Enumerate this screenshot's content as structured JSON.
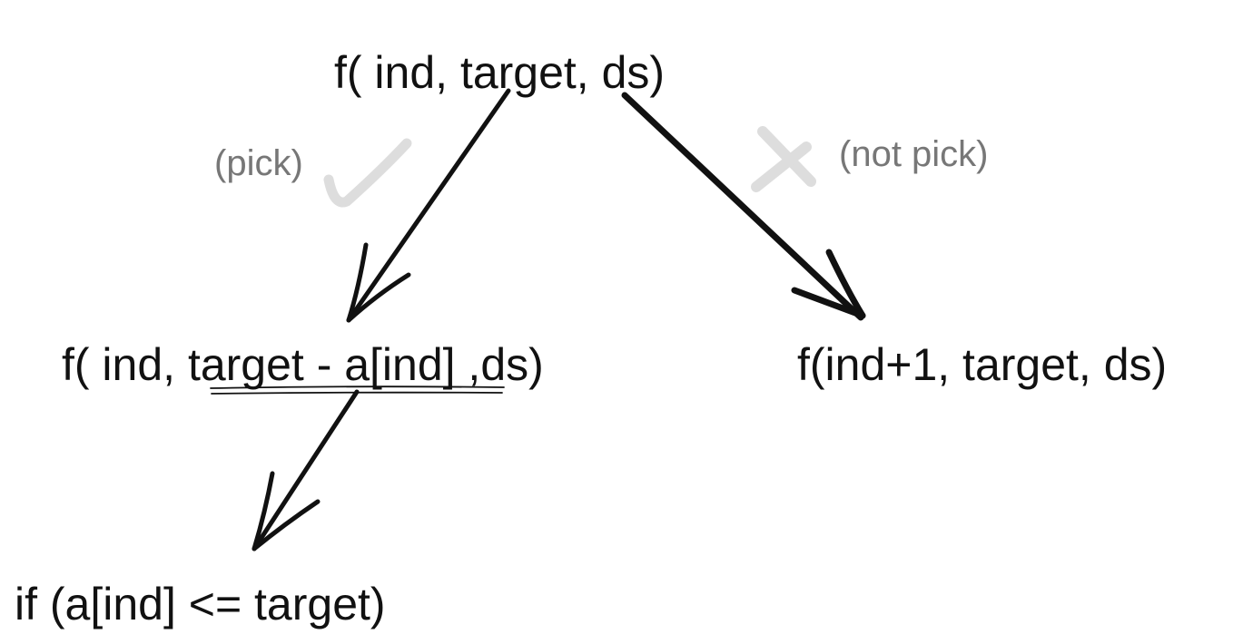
{
  "nodes": {
    "root": "f( ind, target, ds)",
    "left": "f( ind, target - a[ind] ,ds)",
    "right": "f(ind+1, target, ds)",
    "condition": "if (a[ind] <= target)"
  },
  "edges": {
    "pick_label": "(pick)",
    "not_pick_label": "(not pick)"
  },
  "colors": {
    "ink": "#111111",
    "annotation_text": "#777777",
    "annotation_mark": "#dddddd"
  }
}
